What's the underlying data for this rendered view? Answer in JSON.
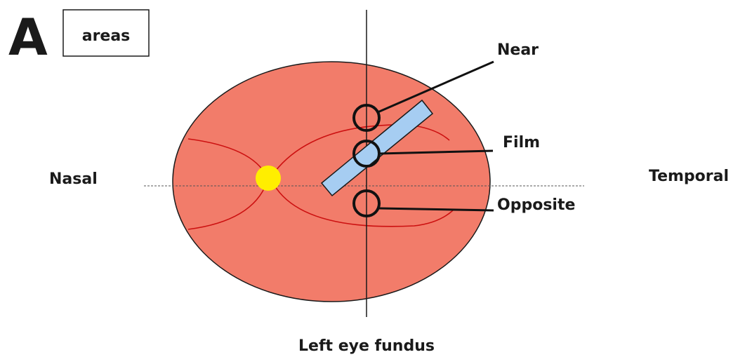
{
  "panel": {
    "letter": "A",
    "legend_label": "areas"
  },
  "labels": {
    "nasal": "Nasal",
    "temporal": "Temporal",
    "caption": "Left eye fundus"
  },
  "areas": {
    "near": "Near",
    "film": "Film",
    "opposite": "Opposite"
  },
  "colors": {
    "fundus": "#f27c6a",
    "vessel": "#cc1010",
    "optic_disc": "#ffee00",
    "film": "#a6cdf2",
    "line": "#1a1a1a"
  }
}
